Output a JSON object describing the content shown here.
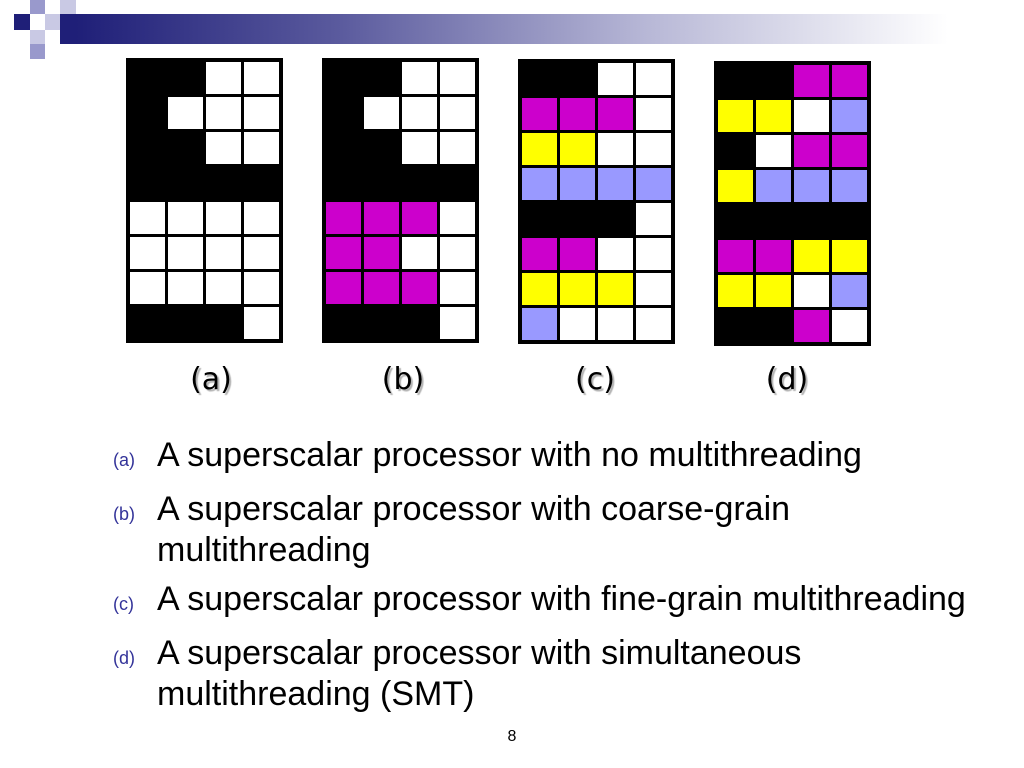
{
  "theme": {
    "accent_dark": "#1f1f78",
    "accent_light": "#9999cc",
    "marker_color": "#333399"
  },
  "palette": {
    "black": "#000000",
    "white": "#ffffff",
    "magenta": "#cc00cc",
    "yellow": "#ffff00",
    "lavender": "#9999ff"
  },
  "diagrams": [
    {
      "label": "(a)",
      "cells": [
        [
          "black",
          "black",
          "white",
          "white"
        ],
        [
          "black",
          "white",
          "white",
          "white"
        ],
        [
          "black",
          "black",
          "white",
          "white"
        ],
        [
          "black",
          "black",
          "black",
          "black"
        ],
        [
          "white",
          "white",
          "white",
          "white"
        ],
        [
          "white",
          "white",
          "white",
          "white"
        ],
        [
          "white",
          "white",
          "white",
          "white"
        ],
        [
          "black",
          "black",
          "black",
          "white"
        ]
      ]
    },
    {
      "label": "(b)",
      "cells": [
        [
          "black",
          "black",
          "white",
          "white"
        ],
        [
          "black",
          "white",
          "white",
          "white"
        ],
        [
          "black",
          "black",
          "white",
          "white"
        ],
        [
          "black",
          "black",
          "black",
          "black"
        ],
        [
          "magenta",
          "magenta",
          "magenta",
          "white"
        ],
        [
          "magenta",
          "magenta",
          "white",
          "white"
        ],
        [
          "magenta",
          "magenta",
          "magenta",
          "white"
        ],
        [
          "black",
          "black",
          "black",
          "white"
        ]
      ]
    },
    {
      "label": "(c)",
      "cells": [
        [
          "black",
          "black",
          "white",
          "white"
        ],
        [
          "magenta",
          "magenta",
          "magenta",
          "white"
        ],
        [
          "yellow",
          "yellow",
          "white",
          "white"
        ],
        [
          "lavender",
          "lavender",
          "lavender",
          "lavender"
        ],
        [
          "black",
          "black",
          "black",
          "white"
        ],
        [
          "magenta",
          "magenta",
          "white",
          "white"
        ],
        [
          "yellow",
          "yellow",
          "yellow",
          "white"
        ],
        [
          "lavender",
          "white",
          "white",
          "white"
        ]
      ]
    },
    {
      "label": "(d)",
      "cells": [
        [
          "black",
          "black",
          "magenta",
          "magenta"
        ],
        [
          "yellow",
          "yellow",
          "white",
          "lavender"
        ],
        [
          "black",
          "white",
          "magenta",
          "magenta"
        ],
        [
          "yellow",
          "lavender",
          "lavender",
          "lavender"
        ],
        [
          "black",
          "black",
          "black",
          "black"
        ],
        [
          "magenta",
          "magenta",
          "yellow",
          "yellow"
        ],
        [
          "yellow",
          "yellow",
          "white",
          "lavender"
        ],
        [
          "black",
          "black",
          "magenta",
          "white"
        ]
      ]
    }
  ],
  "bullets": [
    {
      "marker": "(a)",
      "text": "A superscalar processor with no multithreading"
    },
    {
      "marker": "(b)",
      "text": "A superscalar processor with coarse-grain multithreading"
    },
    {
      "marker": "(c)",
      "text": "A superscalar processor with fine-grain multithreading"
    },
    {
      "marker": "(d)",
      "text": "A superscalar processor with simultaneous multithreading (SMT)"
    }
  ],
  "slide": {
    "page_number": "8"
  }
}
